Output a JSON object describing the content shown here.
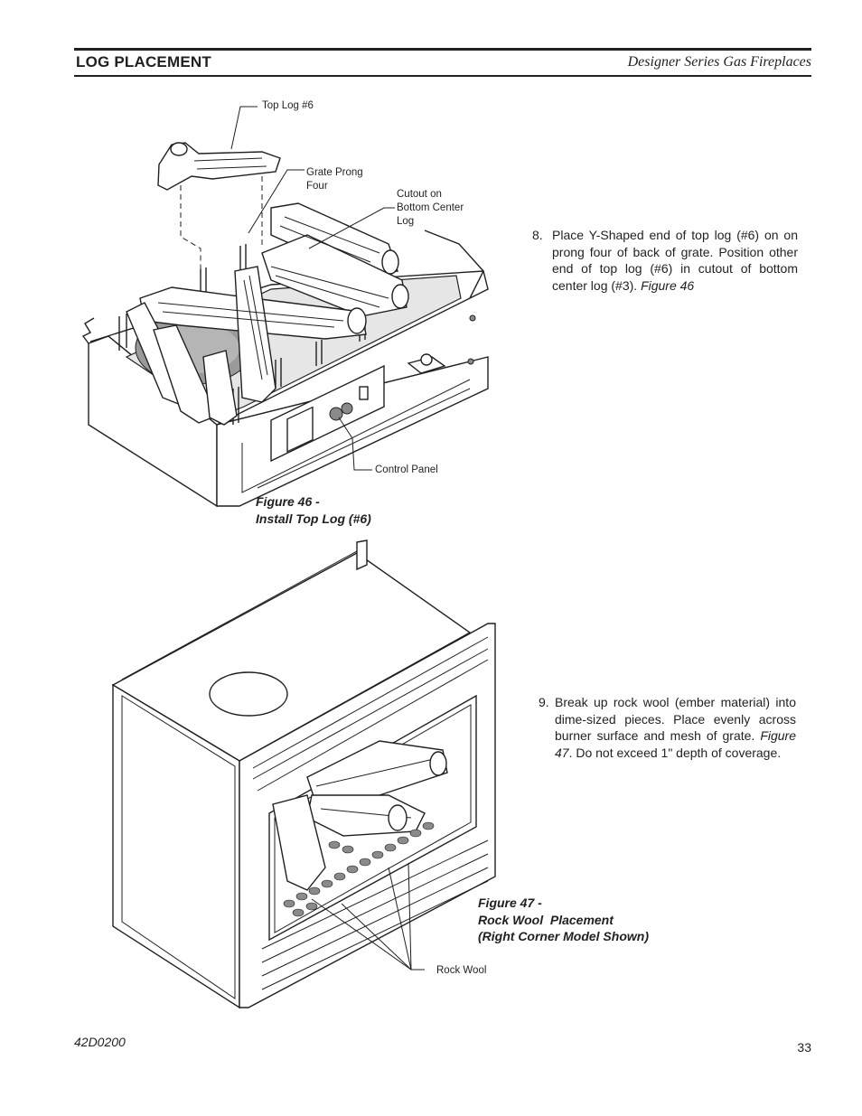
{
  "header": {
    "section_title": "LOG PLACEMENT",
    "document_title": "Designer Series Gas Fireplaces"
  },
  "figure46": {
    "callouts": {
      "top_log": "Top Log #6",
      "grate_prong_line1": "Grate Prong",
      "grate_prong_line2": "Four",
      "cutout_line1": "Cutout on",
      "cutout_line2": "Bottom Center",
      "cutout_line3": "Log",
      "control_panel": "Control Panel"
    },
    "caption_line1": "Figure 46 -",
    "caption_line2": "Install Top Log (#6)"
  },
  "figure47": {
    "callouts": {
      "rock_wool": "Rock Wool"
    },
    "caption_line1": "Figure 47 -",
    "caption_line2": "Rock Wool  Placement",
    "caption_line3": "(Right Corner Model Shown)"
  },
  "steps": [
    {
      "number": "8.",
      "text": "Place Y-Shaped end of top log (#6) on on prong four of back of grate. Position other end of top log (#6) in cutout of bottom center log (#3).",
      "figure_ref": "Figure 46"
    },
    {
      "number": "9.",
      "text_before": "Break up rock wool (ember material) into dime-sized pieces. Place evenly across burner surface and mesh of grate.",
      "figure_ref": "Figure 47",
      "text_after": ". Do not exceed 1\" depth of coverage."
    }
  ],
  "footer": {
    "doc_number": "42D0200",
    "page_number": "33"
  }
}
